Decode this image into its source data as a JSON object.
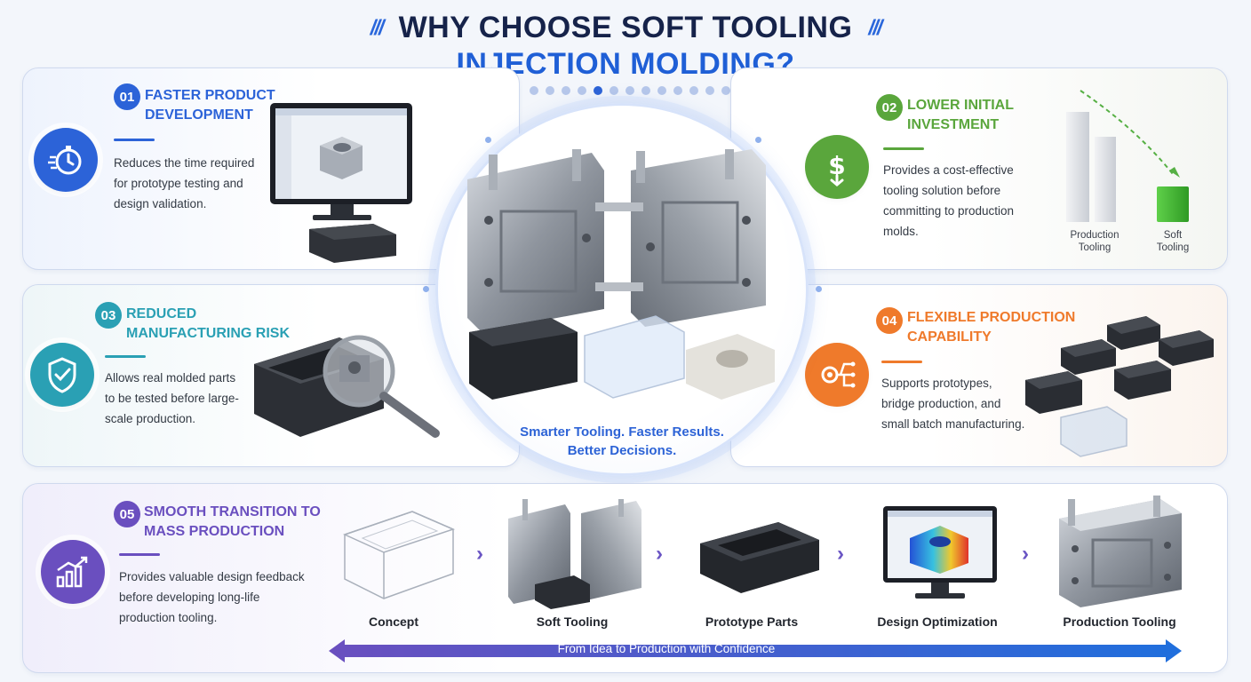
{
  "title": {
    "line1": "WHY CHOOSE SOFT TOOLING",
    "line2": "INJECTION MOLDING?",
    "slash_left": "///",
    "slash_right": "///"
  },
  "features": [
    {
      "number": "01",
      "title_line1": "FASTER PRODUCT",
      "title_line2": "DEVELOPMENT",
      "desc": [
        "Reduces the time required",
        "for prototype testing and",
        "design validation."
      ],
      "color": "#2c63d8",
      "icon": "stopwatch-icon"
    },
    {
      "number": "02",
      "title_line1": "LOWER INITIAL",
      "title_line2": "INVESTMENT",
      "desc": [
        "Provides a cost-effective",
        "tooling solution before",
        "committing to production",
        "molds."
      ],
      "color": "#5aa63c",
      "icon": "dollar-down-icon"
    },
    {
      "number": "03",
      "title_line1": "REDUCED",
      "title_line2": "MANUFACTURING RISK",
      "desc": [
        "Allows real molded parts",
        "to be tested before large-",
        "scale production."
      ],
      "color": "#2aa0b4",
      "icon": "shield-check-icon"
    },
    {
      "number": "04",
      "title_line1": "FLEXIBLE PRODUCTION",
      "title_line2": "CAPABILITY",
      "desc": [
        "Supports prototypes,",
        "bridge production, and",
        "small batch manufacturing."
      ],
      "color": "#ef7a2b",
      "icon": "gear-network-icon"
    },
    {
      "number": "05",
      "title_line1": "SMOOTH TRANSITION TO",
      "title_line2": "MASS PRODUCTION",
      "desc": [
        "Provides valuable design feedback",
        "before developing long-life",
        "production tooling."
      ],
      "color": "#6a4fbf",
      "icon": "growth-chart-icon"
    }
  ],
  "cost_chart": {
    "labels": [
      [
        "Production",
        "Tooling"
      ],
      [
        "Soft",
        "Tooling"
      ]
    ],
    "bar_colors": [
      "#d9dce2",
      "#45b837"
    ]
  },
  "center": {
    "tagline_line1": "Smarter Tooling. Faster Results.",
    "tagline_line2": "Better Decisions."
  },
  "process": {
    "steps": [
      "Concept",
      "Soft Tooling",
      "Prototype Parts",
      "Design Optimization",
      "Production Tooling"
    ],
    "arrow_text": "From Idea to Production with Confidence",
    "chevron": "›"
  }
}
